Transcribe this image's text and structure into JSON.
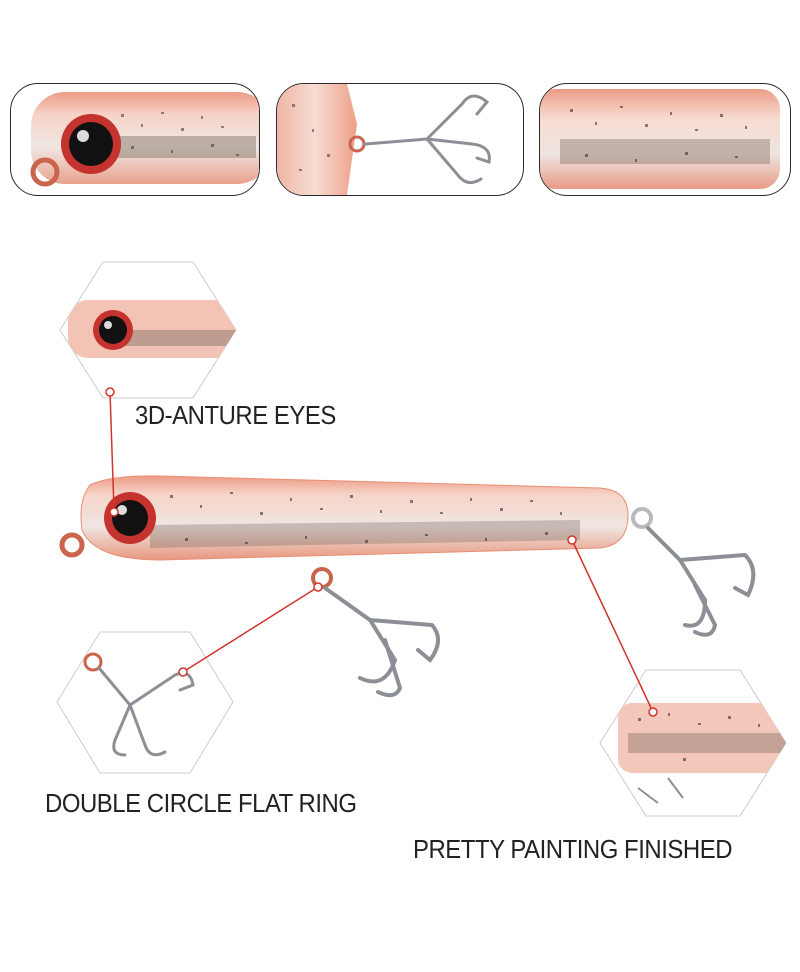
{
  "callouts": {
    "eyes": "3D-ANTURE EYES",
    "ring": "DOUBLE CIRCLE FLAT RING",
    "paint": "PRETTY PAINTING FINISHED"
  },
  "colors": {
    "lure_body": "#f2b8a6",
    "lure_edge": "#e88f76",
    "eye_ring": "#c4332d",
    "callout_line": "#d0342c",
    "hook_metal": "#8c9096",
    "text": "#222222"
  },
  "icons": [
    "lure-eye-icon",
    "treble-hook-icon",
    "split-ring-icon"
  ]
}
